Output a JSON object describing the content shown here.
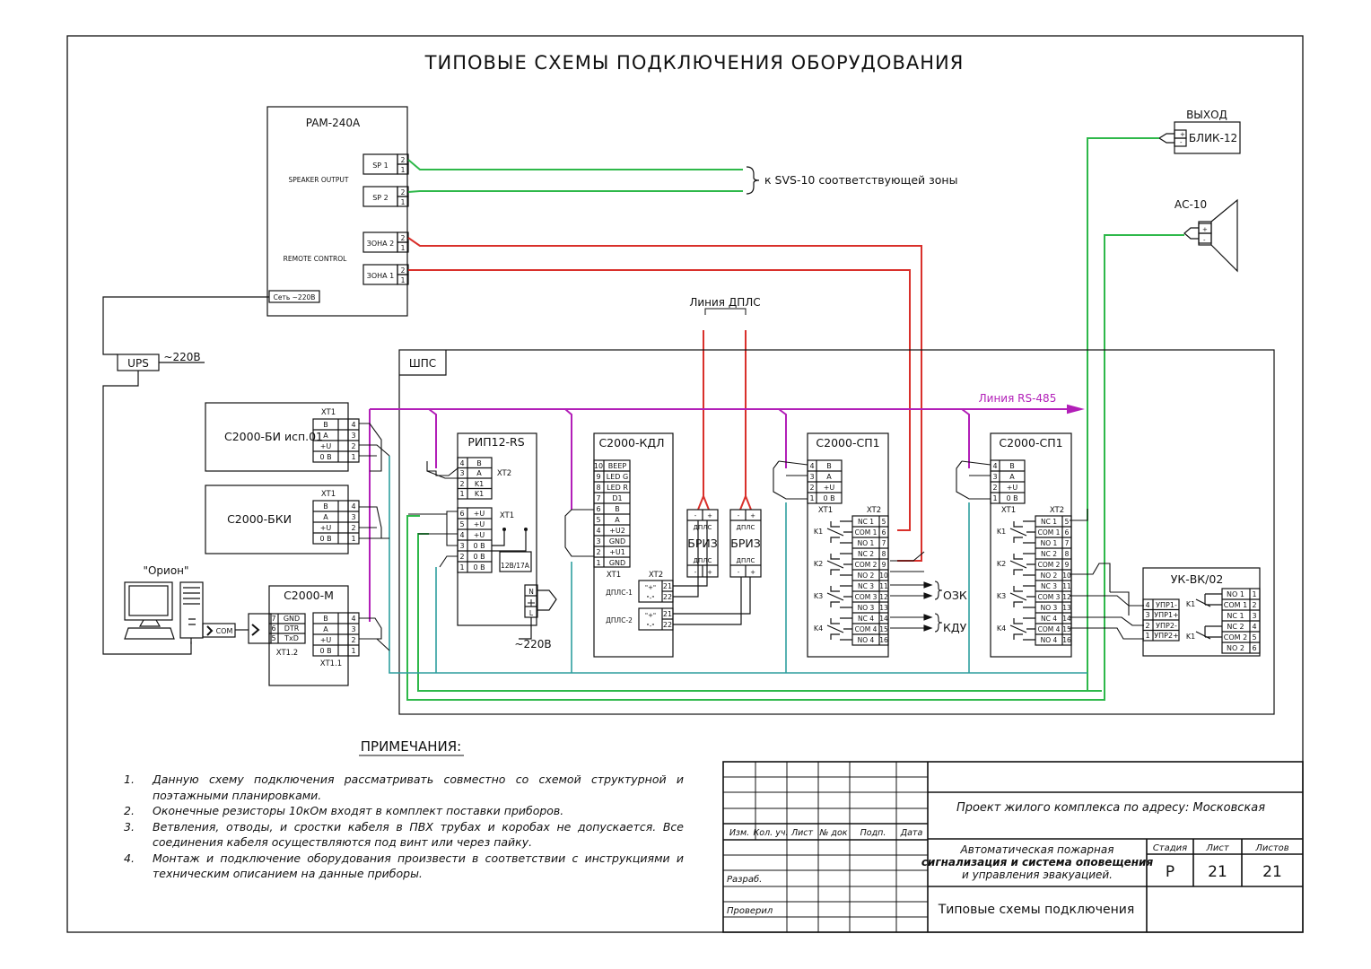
{
  "title": "ТИПОВЫЕ СХЕМЫ ПОДКЛЮЧЕНИЯ ОБОРУДОВАНИЯ",
  "pam": {
    "name": "PAM-240A",
    "speaker_output": "SPEAKER OUTPUT",
    "remote_control": "REMOTE CONTROL",
    "sp1": "SP 1",
    "sp2": "SP 2",
    "zone2": "ЗОНА 2",
    "zone1": "ЗОНА 1",
    "power": "Сеть ~220В",
    "speaker_note": "к SVS-10 соответствующей зоны"
  },
  "ups": {
    "label": "UPS",
    "voltage": "~220В"
  },
  "exit_sign": {
    "title": "ВЫХОД",
    "name": "БЛИК-12"
  },
  "speaker": {
    "name": "АС-10"
  },
  "dpls_line": "Линия ДПЛС",
  "shps": "ШПС",
  "rs485": "Линия RS-485",
  "bi": {
    "name": "С2000-БИ исп.01",
    "block": "XT1",
    "rows": [
      [
        "B",
        "4"
      ],
      [
        "A",
        "3"
      ],
      [
        "+U",
        "2"
      ],
      [
        "0 B",
        "1"
      ]
    ]
  },
  "bki": {
    "name": "С2000-БКИ",
    "block": "XT1",
    "rows": [
      [
        "B",
        "4"
      ],
      [
        "A",
        "3"
      ],
      [
        "+U",
        "2"
      ],
      [
        "0 B",
        "1"
      ]
    ]
  },
  "orion": {
    "label": "\"Орион\"",
    "com": "COM"
  },
  "c2000m": {
    "name": "С2000-М",
    "left_rows": [
      [
        "7",
        "GND"
      ],
      [
        "6",
        "DTR"
      ],
      [
        "5",
        "TxD"
      ]
    ],
    "left_block": "XT1.2",
    "right_rows": [
      [
        "B",
        "4"
      ],
      [
        "A",
        "3"
      ],
      [
        "+U",
        "2"
      ],
      [
        "0 B",
        "1"
      ]
    ],
    "right_block": "XT1.1"
  },
  "rip": {
    "name": "РИП12-RS",
    "xt2": "XT2",
    "xt1": "XT1",
    "rows_top": [
      [
        "4",
        "B"
      ],
      [
        "3",
        "A"
      ],
      [
        "2",
        "K1"
      ],
      [
        "1",
        "K1"
      ]
    ],
    "rows_bottom": [
      [
        "6",
        "+U"
      ],
      [
        "5",
        "+U"
      ],
      [
        "4",
        "+U"
      ],
      [
        "3",
        "0 B"
      ],
      [
        "2",
        "0 B"
      ],
      [
        "1",
        "0 B"
      ]
    ],
    "battery": "12В/17А",
    "mains": "~220В",
    "n": "N",
    "l": "L"
  },
  "kdl": {
    "name": "С2000-КДЛ",
    "rows": [
      [
        "10",
        "BEEP"
      ],
      [
        "9",
        "LED G"
      ],
      [
        "8",
        "LED R"
      ],
      [
        "7",
        "D1"
      ],
      [
        "6",
        "B"
      ],
      [
        "5",
        "A"
      ],
      [
        "4",
        "+U2"
      ],
      [
        "3",
        "GND"
      ],
      [
        "2",
        "+U1"
      ],
      [
        "1",
        "GND"
      ]
    ],
    "xt1": "XT1",
    "xt2": "XT2",
    "dpls1": "ДПЛС-1",
    "dpls2": "ДПЛС-2",
    "plus": "\"+\"",
    "minus": "\"-\"",
    "t21": "21",
    "t22": "22"
  },
  "briz": {
    "name": "БРИЗ",
    "dpls": "ДПЛС"
  },
  "sp1": {
    "name": "С2000-СП1",
    "xt1": "XT1",
    "xt2": "XT2",
    "rows_left": [
      [
        "4",
        "B"
      ],
      [
        "3",
        "A"
      ],
      [
        "2",
        "+U"
      ],
      [
        "1",
        "0 B"
      ]
    ],
    "relays": [
      [
        "NC 1",
        "5"
      ],
      [
        "COM 1",
        "6"
      ],
      [
        "NO 1",
        "7"
      ],
      [
        "NC 2",
        "8"
      ],
      [
        "COM 2",
        "9"
      ],
      [
        "NO 2",
        "10"
      ],
      [
        "NC 3",
        "11"
      ],
      [
        "COM 3",
        "12"
      ],
      [
        "NO 3",
        "13"
      ],
      [
        "NC 4",
        "14"
      ],
      [
        "COM 4",
        "15"
      ],
      [
        "NO 4",
        "16"
      ]
    ],
    "k": [
      "K1",
      "K2",
      "K3",
      "K4"
    ]
  },
  "ozk": "ОЗК",
  "kdu": "КДУ",
  "ukvk": {
    "name": "УК-ВК/02",
    "left_rows": [
      [
        "4",
        "УПР1-"
      ],
      [
        "3",
        "УПР1+"
      ],
      [
        "2",
        "УПР2-"
      ],
      [
        "1",
        "УПР2+"
      ]
    ],
    "right_rows": [
      [
        "NO 1",
        "1"
      ],
      [
        "COM 1",
        "2"
      ],
      [
        "NC 1",
        "3"
      ],
      [
        "NC 2",
        "4"
      ],
      [
        "COM 2",
        "5"
      ],
      [
        "NO 2",
        "6"
      ]
    ],
    "k1": "K1"
  },
  "notes": {
    "title": "ПРИМЕЧАНИЯ:",
    "items": [
      {
        "n": "1.",
        "text": "Данную схему подключения рассматривать совместно со схемой структурной и поэтажными планировками."
      },
      {
        "n": "2.",
        "text": "Оконечные резисторы 10кОм входят в комплект поставки приборов."
      },
      {
        "n": "3.",
        "text": "Ветвления, отводы, и сростки кабеля в ПВХ трубах и коробах не допускается. Все соединения кабеля осуществляются под винт или через пайку."
      },
      {
        "n": "4.",
        "text": "Монтаж и подключение оборудования произвести в соответствии с инструкциями и техническим описанием на данные приборы."
      }
    ]
  },
  "stamp": {
    "headers": [
      "Изм.",
      "Кол. уч.",
      "Лист",
      "№ док",
      "Подп.",
      "Дата"
    ],
    "razrab": "Разраб.",
    "proveril": "Проверил",
    "project": "Проект жилого комплекса по адресу: Московская",
    "system_line1": "Автоматическая пожарная",
    "system_line2": "сигнализация и система оповещения",
    "system_line3": "и управления эвакуацией.",
    "stage_h": "Стадия",
    "sheet_h": "Лист",
    "sheets_h": "Листов",
    "stage": "Р",
    "sheet": "21",
    "sheets": "21",
    "doc_title": "Типовые схемы подключения"
  },
  "colors": {
    "green": "#2eb84a",
    "red": "#d9302b",
    "magenta": "#b21fb8",
    "teal": "#2e9e9e",
    "line": "#111111"
  }
}
